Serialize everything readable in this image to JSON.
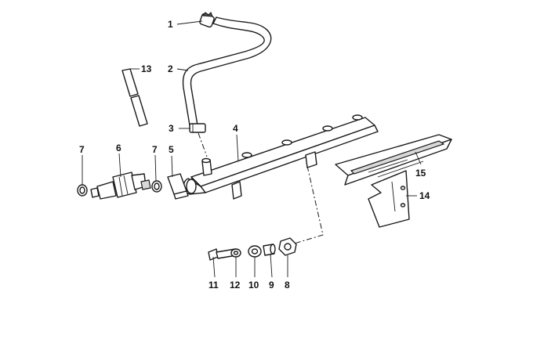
{
  "callouts": {
    "p1": "1",
    "p2": "2",
    "p3": "3",
    "p4": "4",
    "p5": "5",
    "p6": "6",
    "p7a": "7",
    "p7b": "7",
    "p8": "8",
    "p9": "9",
    "p10": "10",
    "p11": "11",
    "p12": "12",
    "p13": "13",
    "p14": "14",
    "p15": "15"
  },
  "colors": {
    "line": "#1a1a1a",
    "shade": "#d8d8d8",
    "background": "#ffffff"
  }
}
